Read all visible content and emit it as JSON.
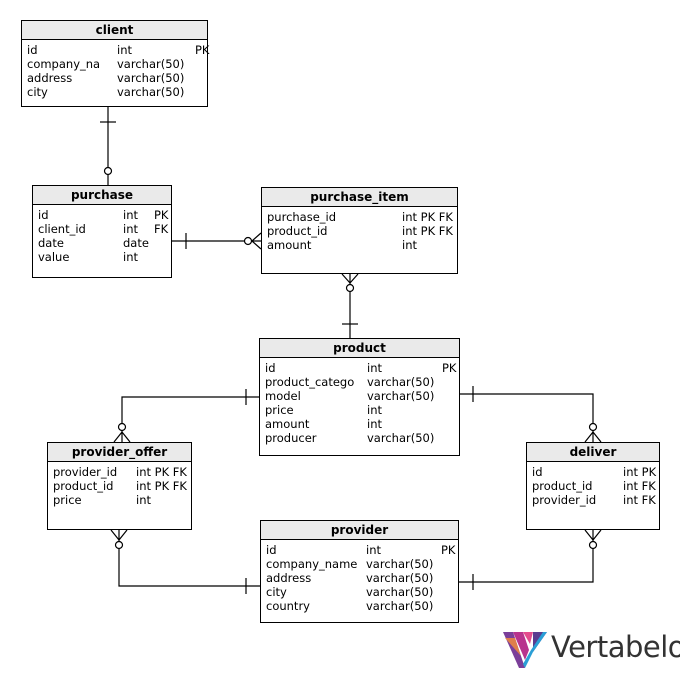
{
  "entities": [
    {
      "id": "client",
      "name": "client",
      "rows": [
        {
          "name": "id",
          "type": "int",
          "key": "PK"
        },
        {
          "name": "company_na",
          "type": "varchar(50)",
          "key": ""
        },
        {
          "name": "address",
          "type": "varchar(50)",
          "key": ""
        },
        {
          "name": "city",
          "type": "varchar(50)",
          "key": ""
        }
      ]
    },
    {
      "id": "purchase",
      "name": "purchase",
      "rows": [
        {
          "name": "id",
          "type": "int",
          "key": "PK"
        },
        {
          "name": "client_id",
          "type": "int",
          "key": "FK"
        },
        {
          "name": "date",
          "type": "date",
          "key": ""
        },
        {
          "name": "value",
          "type": "int",
          "key": ""
        }
      ]
    },
    {
      "id": "purchase_item",
      "name": "purchase_item",
      "rows": [
        {
          "name": "purchase_id",
          "type": "int PK FK",
          "key": ""
        },
        {
          "name": "product_id",
          "type": "int PK FK",
          "key": ""
        },
        {
          "name": "amount",
          "type": "int",
          "key": ""
        }
      ]
    },
    {
      "id": "product",
      "name": "product",
      "rows": [
        {
          "name": "id",
          "type": "int",
          "key": "PK"
        },
        {
          "name": "product_catego",
          "type": "varchar(50)",
          "key": ""
        },
        {
          "name": "model",
          "type": "varchar(50)",
          "key": ""
        },
        {
          "name": "price",
          "type": "int",
          "key": ""
        },
        {
          "name": "amount",
          "type": "int",
          "key": ""
        },
        {
          "name": "producer",
          "type": "varchar(50)",
          "key": ""
        }
      ]
    },
    {
      "id": "provider_offer",
      "name": "provider_offer",
      "rows": [
        {
          "name": "provider_id",
          "type": "int PK FK",
          "key": ""
        },
        {
          "name": "product_id",
          "type": "int PK FK",
          "key": ""
        },
        {
          "name": "price",
          "type": "int",
          "key": ""
        }
      ]
    },
    {
      "id": "deliver",
      "name": "deliver",
      "rows": [
        {
          "name": "id",
          "type": "int PK",
          "key": ""
        },
        {
          "name": "product_id",
          "type": "int FK",
          "key": ""
        },
        {
          "name": "provider_id",
          "type": "int FK",
          "key": ""
        }
      ]
    },
    {
      "id": "provider",
      "name": "provider",
      "rows": [
        {
          "name": "id",
          "type": "int",
          "key": "PK"
        },
        {
          "name": "company_name",
          "type": "varchar(50)",
          "key": ""
        },
        {
          "name": "address",
          "type": "varchar(50)",
          "key": ""
        },
        {
          "name": "city",
          "type": "varchar(50)",
          "key": ""
        },
        {
          "name": "country",
          "type": "varchar(50)",
          "key": ""
        }
      ]
    }
  ],
  "relationships": [
    {
      "from": "client",
      "to": "purchase",
      "from_end": "one",
      "to_end": "zero-or-one"
    },
    {
      "from": "purchase",
      "to": "purchase_item",
      "from_end": "one",
      "to_end": "zero-or-many"
    },
    {
      "from": "purchase_item",
      "to": "product",
      "from_end": "zero-or-many",
      "to_end": "one"
    },
    {
      "from": "product",
      "to": "provider_offer",
      "from_end": "one",
      "to_end": "zero-or-many"
    },
    {
      "from": "product",
      "to": "deliver",
      "from_end": "one",
      "to_end": "zero-or-many"
    },
    {
      "from": "provider_offer",
      "to": "provider",
      "from_end": "zero-or-many",
      "to_end": "one"
    },
    {
      "from": "deliver",
      "to": "provider",
      "from_end": "zero-or-many",
      "to_end": "one"
    }
  ],
  "logo": {
    "text": "Vertabelo"
  }
}
